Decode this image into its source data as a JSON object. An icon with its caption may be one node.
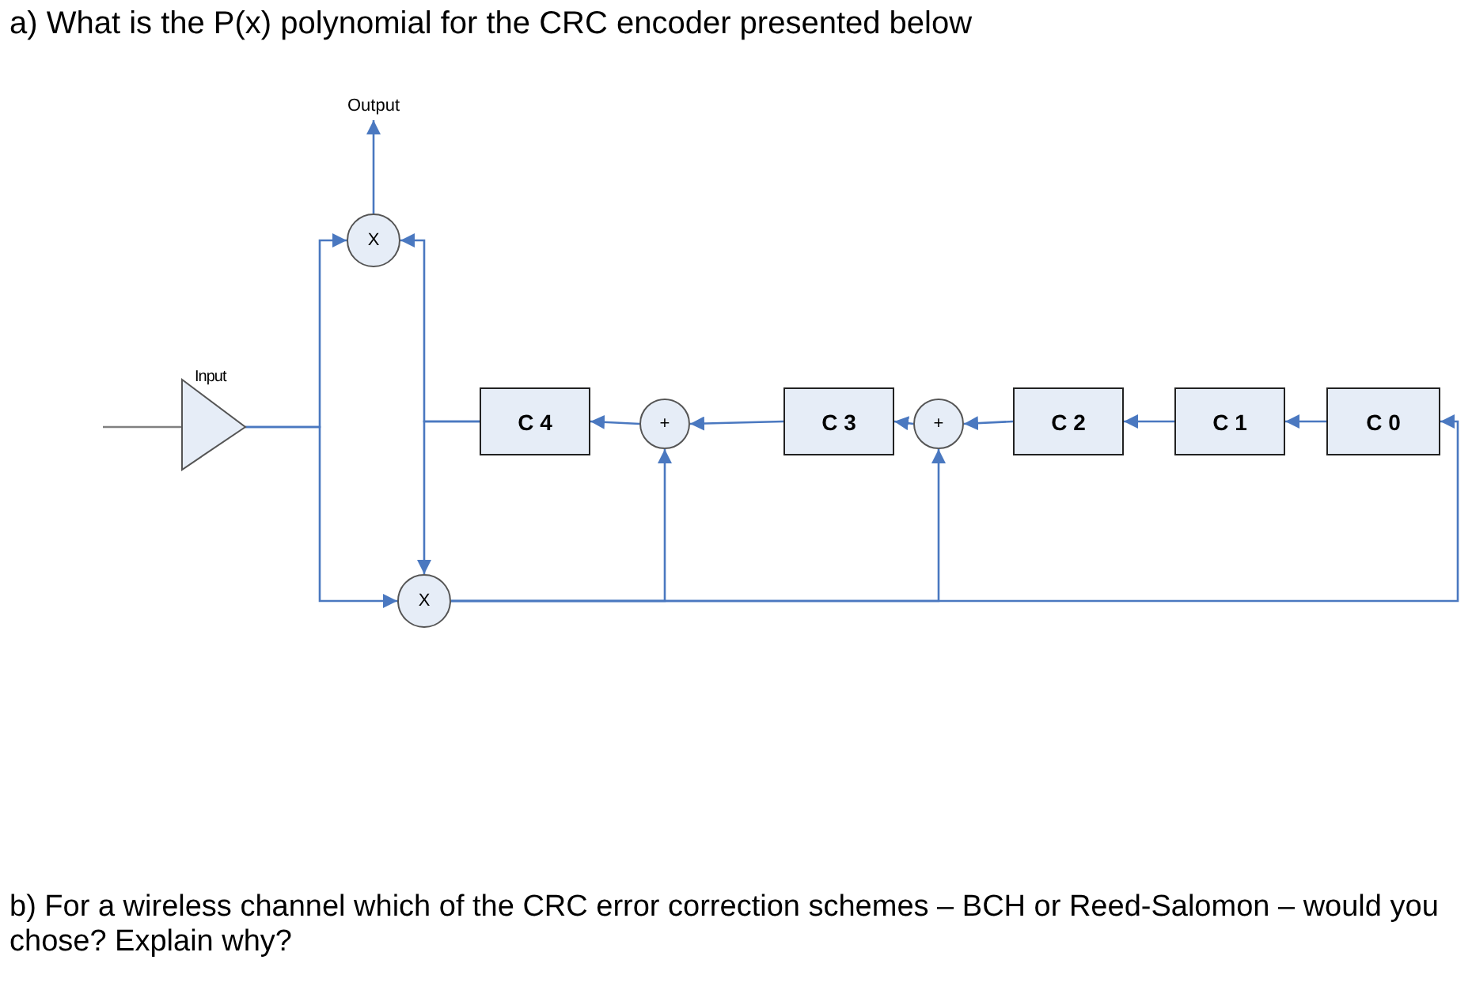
{
  "diagram": {
    "title": "a) What is the P(x) polynomial for the CRC encoder presented below",
    "caption": "b) For a wireless channel which of the CRC error correction schemes – BCH or Reed-Salomon – would you chose? Explain why?",
    "nodes": [
      {
        "text": [
          "Input"
        ]
      },
      {
        "text": [
          "X"
        ]
      },
      {
        "text": [
          "X"
        ]
      },
      {
        "text": [
          "C 4"
        ]
      },
      {
        "text": [
          "+"
        ]
      },
      {
        "text": [
          "C 3"
        ]
      },
      {
        "text": [
          "+"
        ]
      },
      {
        "text": [
          "C 2"
        ]
      },
      {
        "text": [
          "C 1"
        ]
      },
      {
        "text": [
          "C 0"
        ]
      },
      {
        "text": [
          "Output"
        ]
      }
    ],
    "edges": [
      {
        "from": null,
        "to": 0,
        "arrow": "none",
        "color": "#808080"
      },
      {
        "from": 0,
        "to": 1,
        "arrow": "to"
      },
      {
        "from": 0,
        "to": 2,
        "arrow": "to"
      },
      {
        "from": 3,
        "to": 1,
        "arrow": "to"
      },
      {
        "from": 3,
        "to": 2,
        "arrow": "to"
      },
      {
        "from": 1,
        "to": 10,
        "arrow": "to"
      },
      {
        "from": 2,
        "to": 4,
        "arrow": "to"
      },
      {
        "from": 2,
        "to": 6,
        "arrow": "to"
      },
      {
        "from": 2,
        "to": 9,
        "arrow": "to"
      },
      {
        "from": 4,
        "to": 3,
        "arrow": "to"
      },
      {
        "from": 5,
        "to": 4,
        "arrow": "to"
      },
      {
        "from": 6,
        "to": 5,
        "arrow": "to"
      },
      {
        "from": 7,
        "to": 6,
        "arrow": "to"
      },
      {
        "from": 8,
        "to": 7,
        "arrow": "to"
      },
      {
        "from": 9,
        "to": 8,
        "arrow": "to"
      }
    ]
  }
}
